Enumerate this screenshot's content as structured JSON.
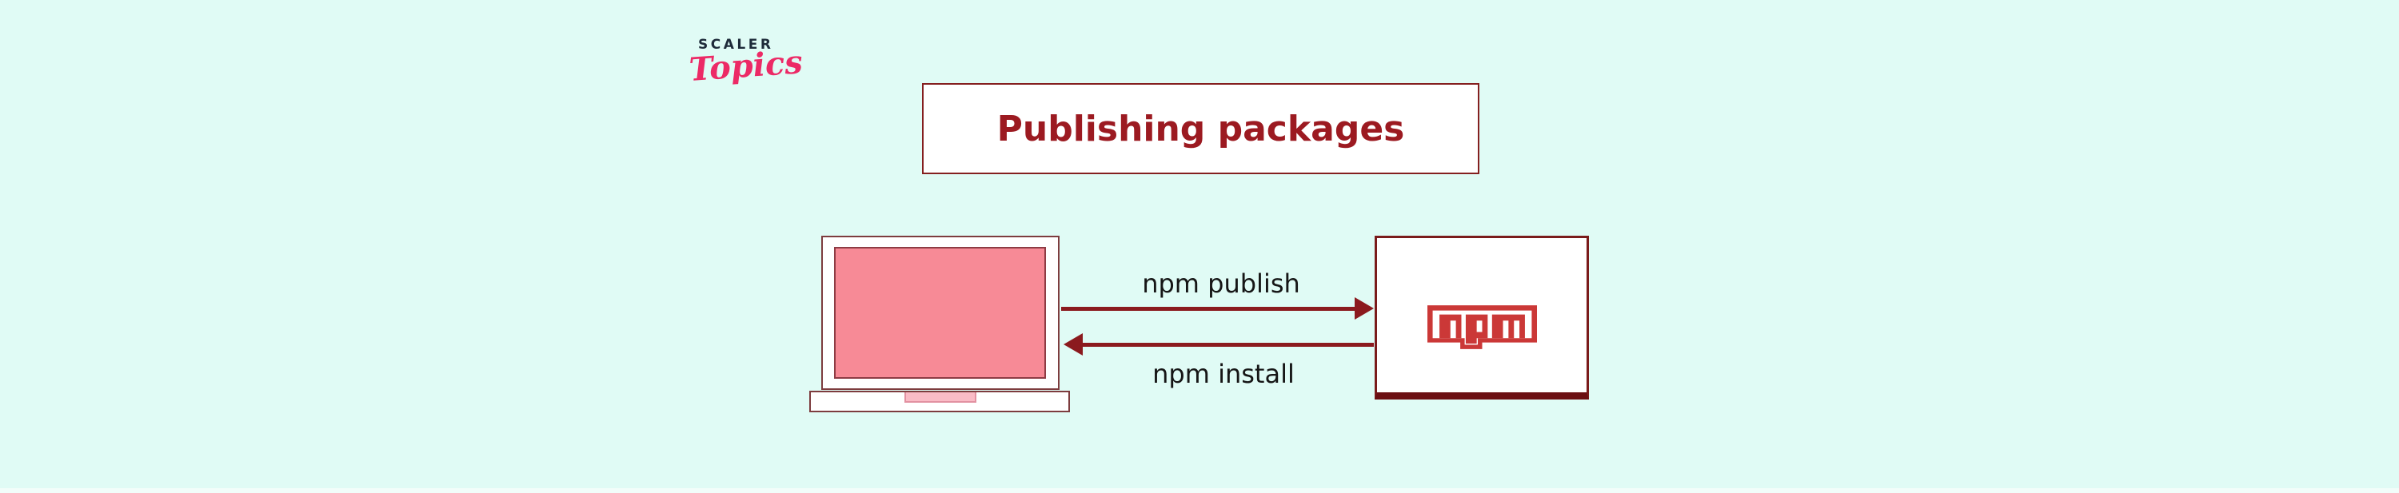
{
  "brand": {
    "name_top": "SCALER",
    "name_bottom": "Topics"
  },
  "title": {
    "text": "Publishing packages"
  },
  "diagram": {
    "nodes": [
      {
        "id": "developer-computer",
        "type": "laptop-illustration"
      },
      {
        "id": "npm-registry",
        "type": "npm-logo-box",
        "label": "npm"
      }
    ],
    "edges": [
      {
        "from": "developer-computer",
        "to": "npm-registry",
        "label": "npm publish",
        "direction": "right"
      },
      {
        "from": "npm-registry",
        "to": "developer-computer",
        "label": "npm install",
        "direction": "left"
      }
    ]
  },
  "icons": {
    "npm_logo_alt": "npm"
  },
  "colors": {
    "background": "#E0FBF5",
    "white": "#FFFFFF",
    "npm_red": "#CB3837",
    "dark_red_arrow": "#8B1A1E",
    "title_text": "#9C1A21",
    "title_border": "#841F1F",
    "laptop_border": "#7D3C3E",
    "screen_pink": "#F78A96",
    "notch_pink": "#FABBC6",
    "brand_navy": "#1E2B3A",
    "brand_pink": "#EC2A66",
    "label_text": "#161616"
  }
}
